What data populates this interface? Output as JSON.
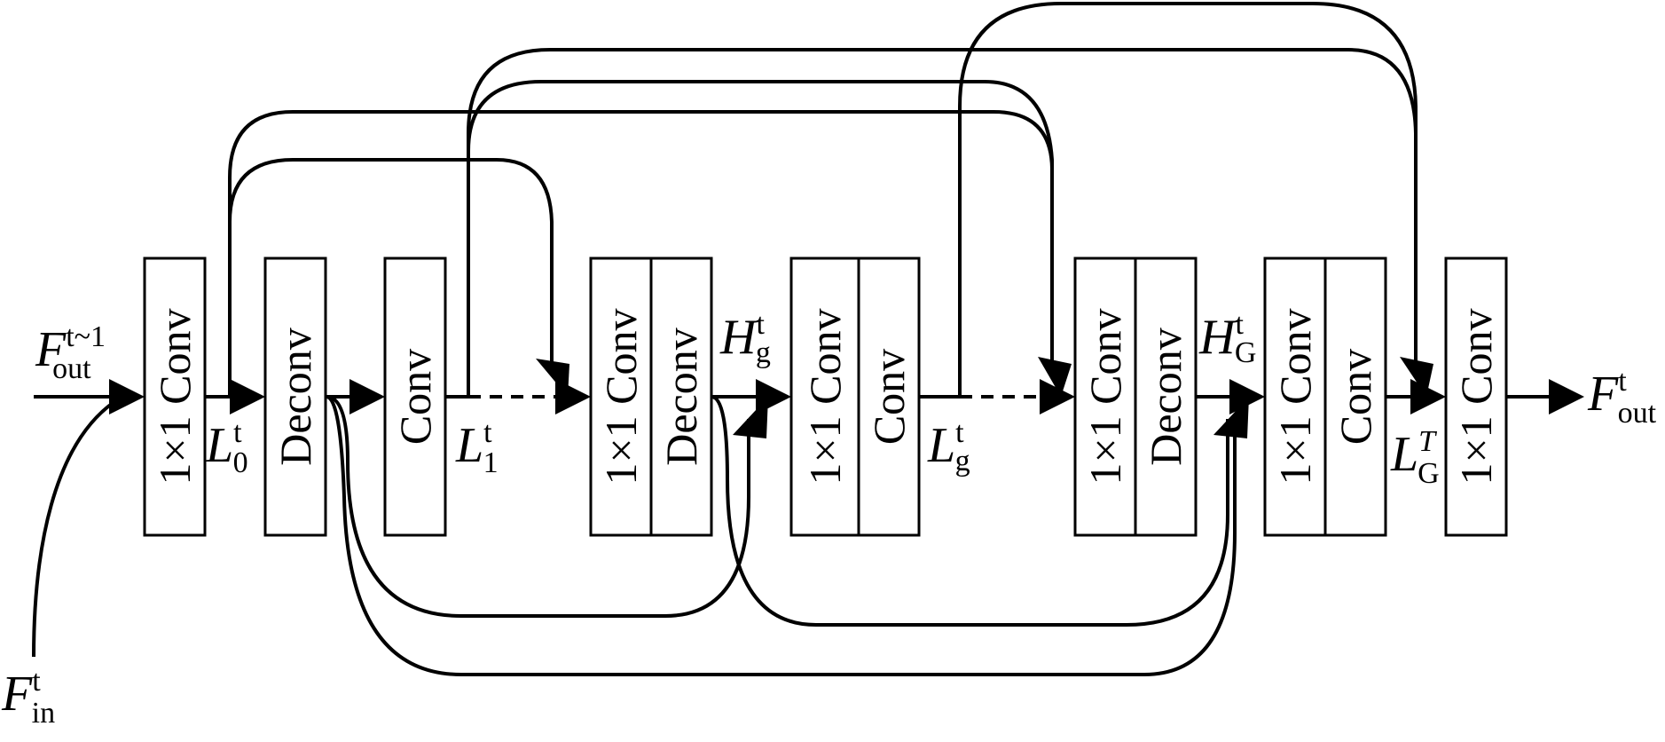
{
  "blocks": {
    "b1": [
      "1×1 Conv"
    ],
    "b2": [
      "Deconv"
    ],
    "b3": [
      "Conv"
    ],
    "b4": [
      "1×1 Conv",
      "Deconv"
    ],
    "b5": [
      "1×1 Conv",
      "Conv"
    ],
    "b6": [
      "1×1 Conv",
      "Deconv"
    ],
    "b7": [
      "1×1 Conv",
      "Conv"
    ],
    "b8": [
      "1×1 Conv"
    ]
  },
  "symbols": {
    "f_out_prev": {
      "base": "F",
      "sup": "t~1",
      "sub": "out"
    },
    "f_in": {
      "base": "F",
      "sup": "t",
      "sub": "in"
    },
    "l0": {
      "base": "L",
      "sup": "t",
      "sub": "0"
    },
    "l1": {
      "base": "L",
      "sup": "t",
      "sub": "1"
    },
    "hg": {
      "base": "H",
      "sup": "t",
      "sub": "g"
    },
    "lg": {
      "base": "L",
      "sup": "t",
      "sub": "g"
    },
    "hG": {
      "base": "H",
      "sup": "t",
      "sub": "G"
    },
    "lGT": {
      "base": "L",
      "sup": "T",
      "sub": "G"
    },
    "f_out": {
      "base": "F",
      "sup": "t",
      "sub": "out"
    }
  }
}
